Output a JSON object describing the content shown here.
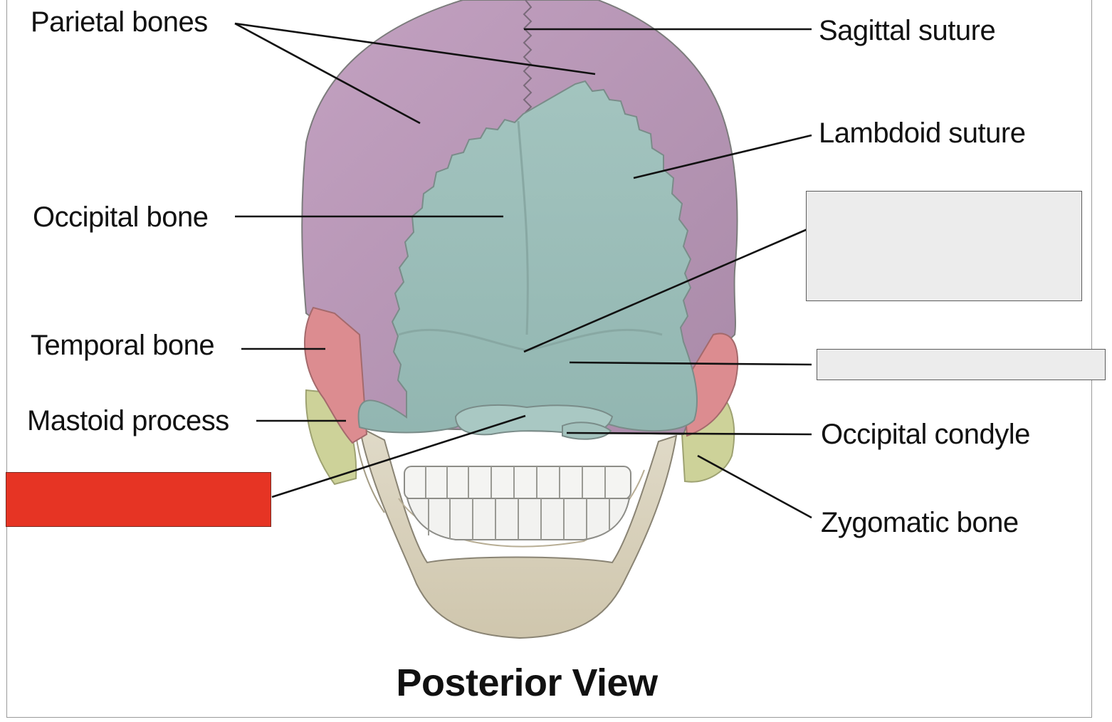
{
  "title": "Posterior View",
  "labels": {
    "parietal": "Parietal bones",
    "sagittal": "Sagittal suture",
    "lambdoid": "Lambdoid suture",
    "occipital": "Occipital bone",
    "temporal": "Temporal bone",
    "mastoid": "Mastoid process",
    "condyle": "Occipital condyle",
    "zygomatic": "Zygomatic bone"
  },
  "answer_boxes": [
    {
      "id": "blank-1",
      "state": "empty",
      "color": "#ececec"
    },
    {
      "id": "blank-2",
      "state": "empty",
      "color": "#ececec"
    },
    {
      "id": "blank-3",
      "state": "highlighted",
      "color": "#e63424"
    }
  ],
  "colors": {
    "parietal": "#b793b2",
    "occipital": "#9dbfba",
    "temporal": "#dc8c90",
    "mastoid": "#cfd39a",
    "mandible": "#dcd5c1",
    "teeth": "#f4f4f2"
  }
}
